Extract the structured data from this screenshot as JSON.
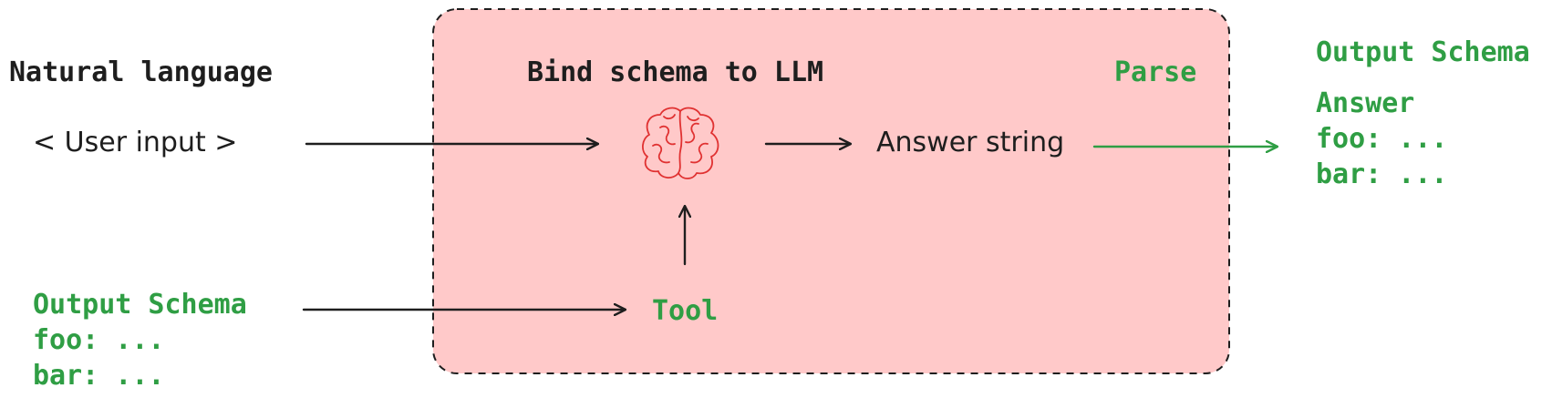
{
  "colors": {
    "box_fill": "#ffc9c9",
    "box_stroke": "#1e1e1e",
    "text_dark": "#1e1e1e",
    "accent_green": "#2f9e44",
    "brain_stroke": "#e03131"
  },
  "left": {
    "natural_language_label": "Natural language",
    "user_input_text": "< User input >",
    "schema_title": "Output Schema",
    "schema_field_foo": "foo:  ...",
    "schema_field_bar": "bar:  ..."
  },
  "process": {
    "bind_label": "Bind schema to LLM",
    "parse_label": "Parse",
    "answer_string": "Answer string",
    "tool_label": "Tool",
    "brain_icon": "brain-icon"
  },
  "right": {
    "schema_title": "Output Schema",
    "answer_label": "Answer",
    "field_foo": "foo:  ...",
    "field_bar": "bar:  ..."
  }
}
